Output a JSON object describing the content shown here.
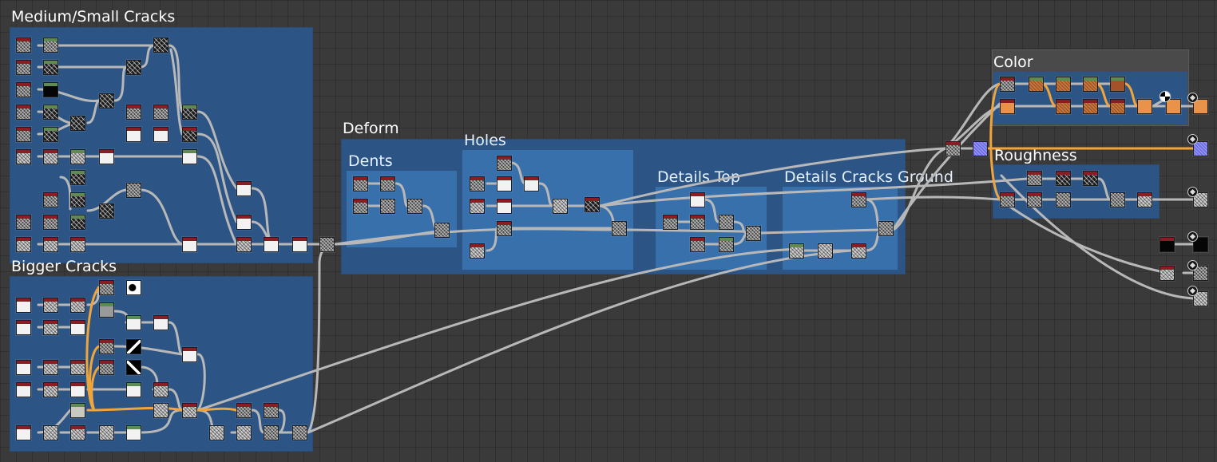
{
  "frames": {
    "medium_small_cracks": "Medium/Small Cracks",
    "bigger_cracks": "Bigger Cracks",
    "deform": "Deform",
    "dents": "Dents",
    "holes": "Holes",
    "details_top": "Details Top",
    "details_cracks_ground": "Details Cracks Ground",
    "color": "Color",
    "roughness": "Roughness"
  },
  "colors": {
    "frame_blue": "#2c5586",
    "frame_blue_light": "#3870ac",
    "link_gray": "#b8b8b8",
    "link_orange": "#f0a53c",
    "header_red": "#8a1c24",
    "header_green": "#5f8a54"
  },
  "icons": [
    "output-icon"
  ]
}
